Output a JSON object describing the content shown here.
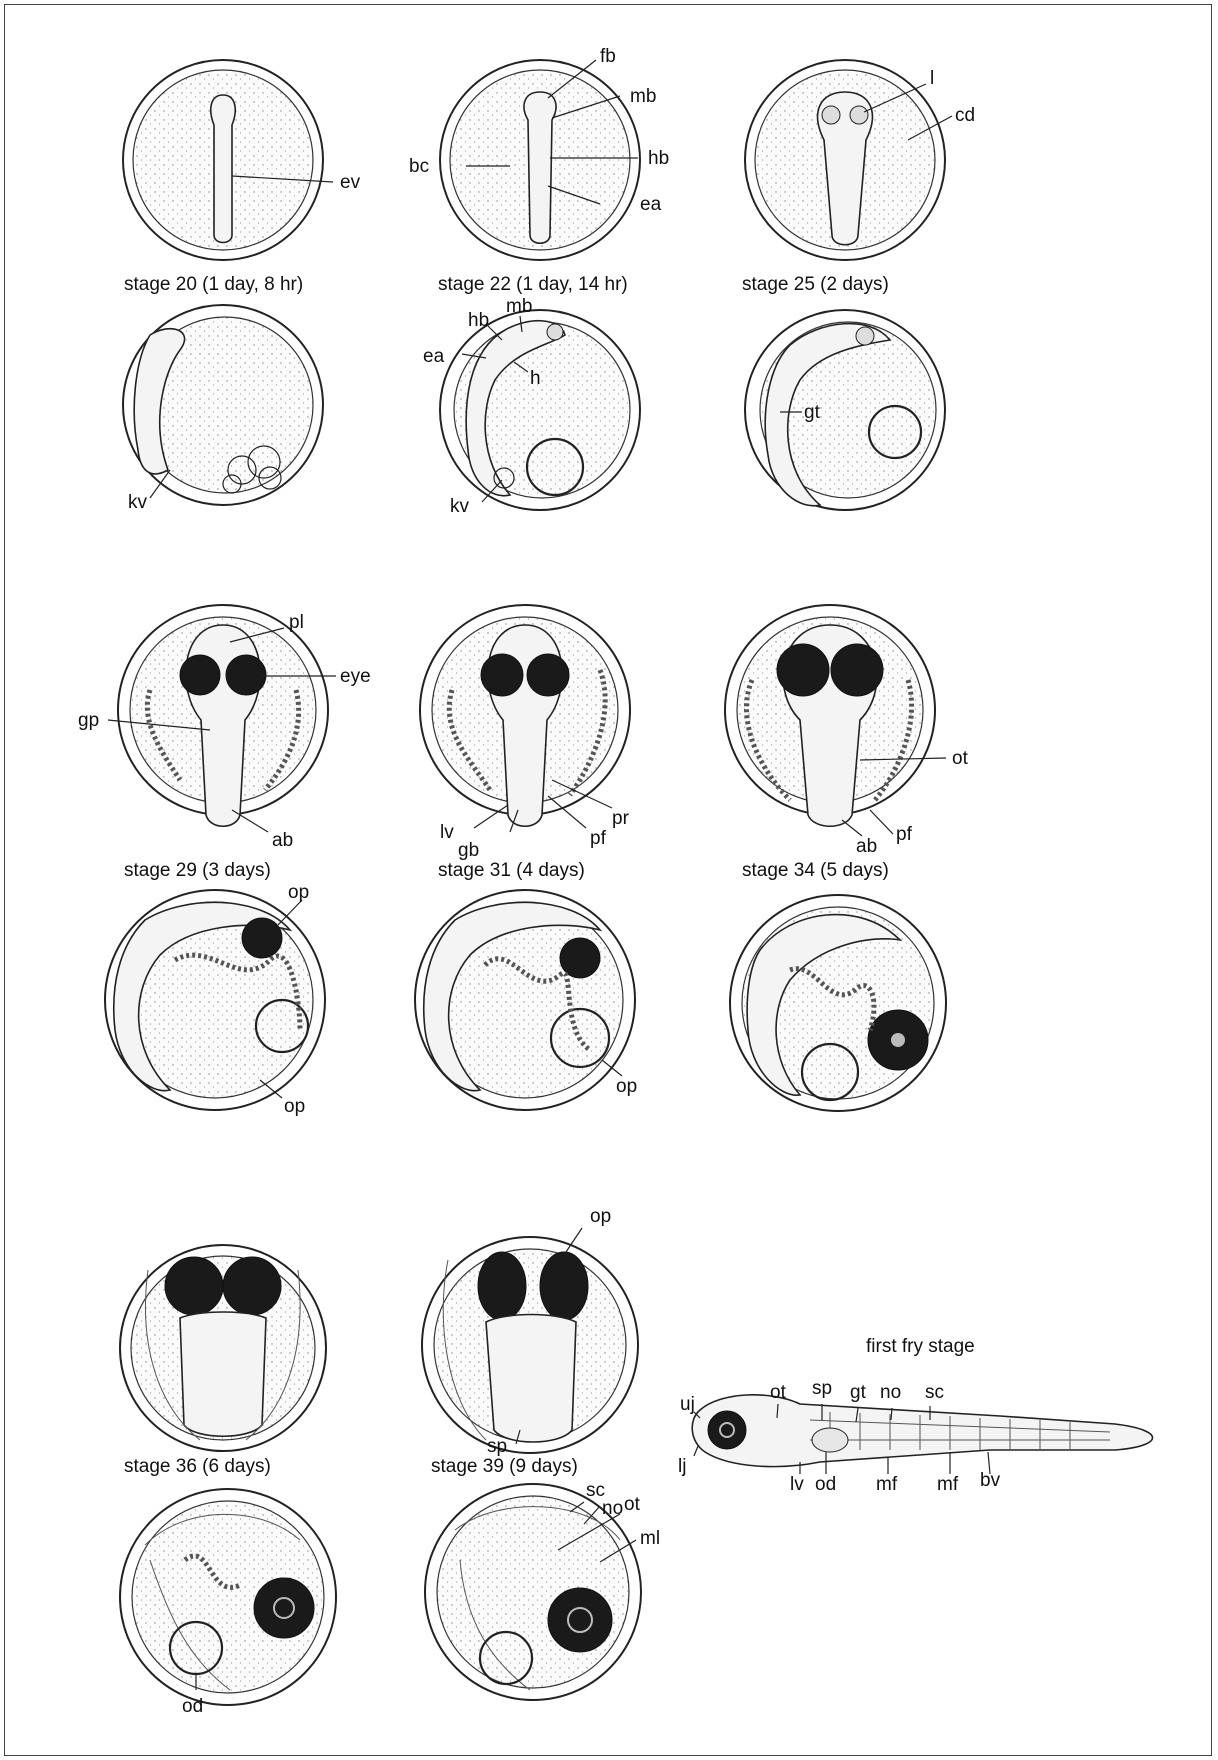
{
  "captions": {
    "s20": "stage 20 (1 day, 8 hr)",
    "s22": "stage 22 (1 day, 14 hr)",
    "s25": "stage 25 (2 days)",
    "s29": "stage 29 (3 days)",
    "s31": "stage 31 (4 days)",
    "s34": "stage 34 (5 days)",
    "s36": "stage 36 (6 days)",
    "s39": "stage 39 (9 days)",
    "fry": "first fry stage"
  },
  "labels": {
    "s20_top": [
      "ev"
    ],
    "s20_bottom": [
      "kv"
    ],
    "s22_top": [
      "fb",
      "mb",
      "hb",
      "bc",
      "ea"
    ],
    "s22_bottom": [
      "hb",
      "mb",
      "ea",
      "h",
      "kv"
    ],
    "s25_top": [
      "l",
      "cd"
    ],
    "s25_bottom": [
      "gt"
    ],
    "s29_top": [
      "pl",
      "eye",
      "gp",
      "ab"
    ],
    "s29_bottom": [
      "op",
      "op"
    ],
    "s31_top": [
      "pr",
      "lv",
      "gb",
      "pf"
    ],
    "s31_bottom": [
      "op"
    ],
    "s34_top": [
      "ot",
      "ab",
      "pf"
    ],
    "s36_bottom": [
      "od"
    ],
    "s39_top": [
      "op",
      "sp"
    ],
    "s39_bottom": [
      "sc",
      "no",
      "ot",
      "ml"
    ],
    "fry": [
      "uj",
      "lj",
      "ot",
      "sp",
      "gt",
      "no",
      "sc",
      "lv",
      "od",
      "mf",
      "mf",
      "bv"
    ]
  }
}
